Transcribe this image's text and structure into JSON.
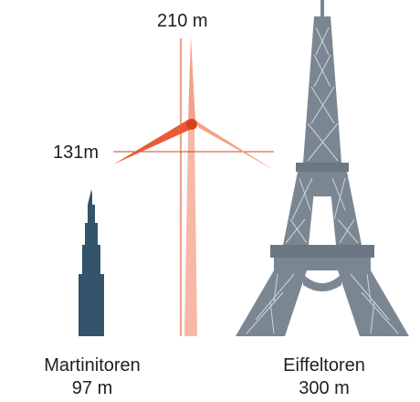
{
  "turbine": {
    "height_label": "210 m",
    "hub_label": "131m",
    "colors": {
      "blade": "#ea5a35",
      "blade_light": "#f4a28a",
      "tower": "#f7b8a6",
      "line": "#d4451e"
    }
  },
  "martinitoren": {
    "name": "Martinitoren",
    "height": "97 m",
    "color": "#33546b"
  },
  "eiffeltoren": {
    "name": "Eiffeltoren",
    "height": "300 m",
    "color": "#7a8793"
  }
}
